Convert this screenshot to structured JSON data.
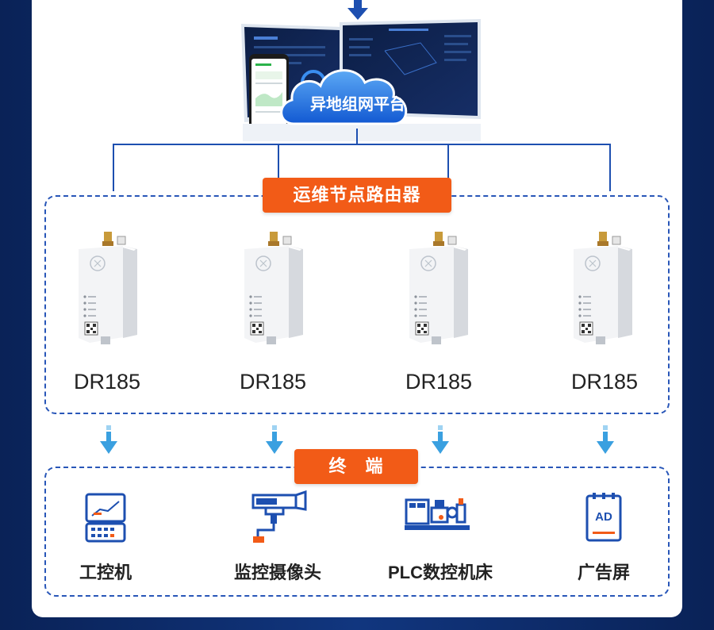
{
  "platform": {
    "cloud_label": "异地组网平台"
  },
  "router_section": {
    "label": "运维节点路由器",
    "devices": [
      {
        "name": "DR185"
      },
      {
        "name": "DR185"
      },
      {
        "name": "DR185"
      },
      {
        "name": "DR185"
      }
    ]
  },
  "terminal_section": {
    "label": "终　端",
    "items": [
      {
        "label": "工控机",
        "icon": "industrial-pc-icon"
      },
      {
        "label": "监控摄像头",
        "icon": "surveillance-camera-icon"
      },
      {
        "label": "PLC数控机床",
        "icon": "cnc-machine-icon"
      },
      {
        "label": "广告屏",
        "icon": "ad-screen-icon"
      }
    ],
    "ad_badge": "AD"
  },
  "colors": {
    "accent_blue": "#1d4fb0",
    "orange": "#f25b17",
    "arrow_blue": "#3aa0e0"
  }
}
